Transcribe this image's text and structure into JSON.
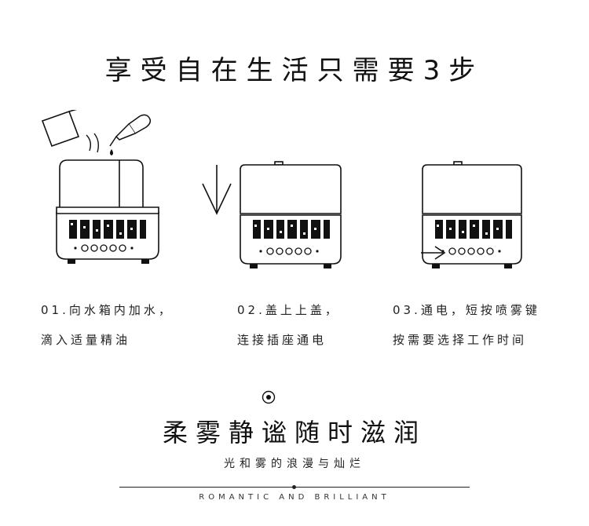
{
  "title": "享受自在生活只需要3步",
  "steps": [
    {
      "line1": "01.向水箱内加水，",
      "line2": "滴入适量精油"
    },
    {
      "line1": "02.盖上上盖，",
      "line2": "连接插座通电"
    },
    {
      "line1": "03.通电，短按喷雾键",
      "line2": "按需要选择工作时间"
    }
  ],
  "slogan": "柔雾静谧随时滋润",
  "subtitle": "光和雾的浪漫与灿烂",
  "english": "ROMANTIC AND BRILLIANT",
  "icons": [
    "water-cup-icon",
    "dropper-icon",
    "down-arrow-icon",
    "right-arrow-icon",
    "circle-dot-icon"
  ]
}
